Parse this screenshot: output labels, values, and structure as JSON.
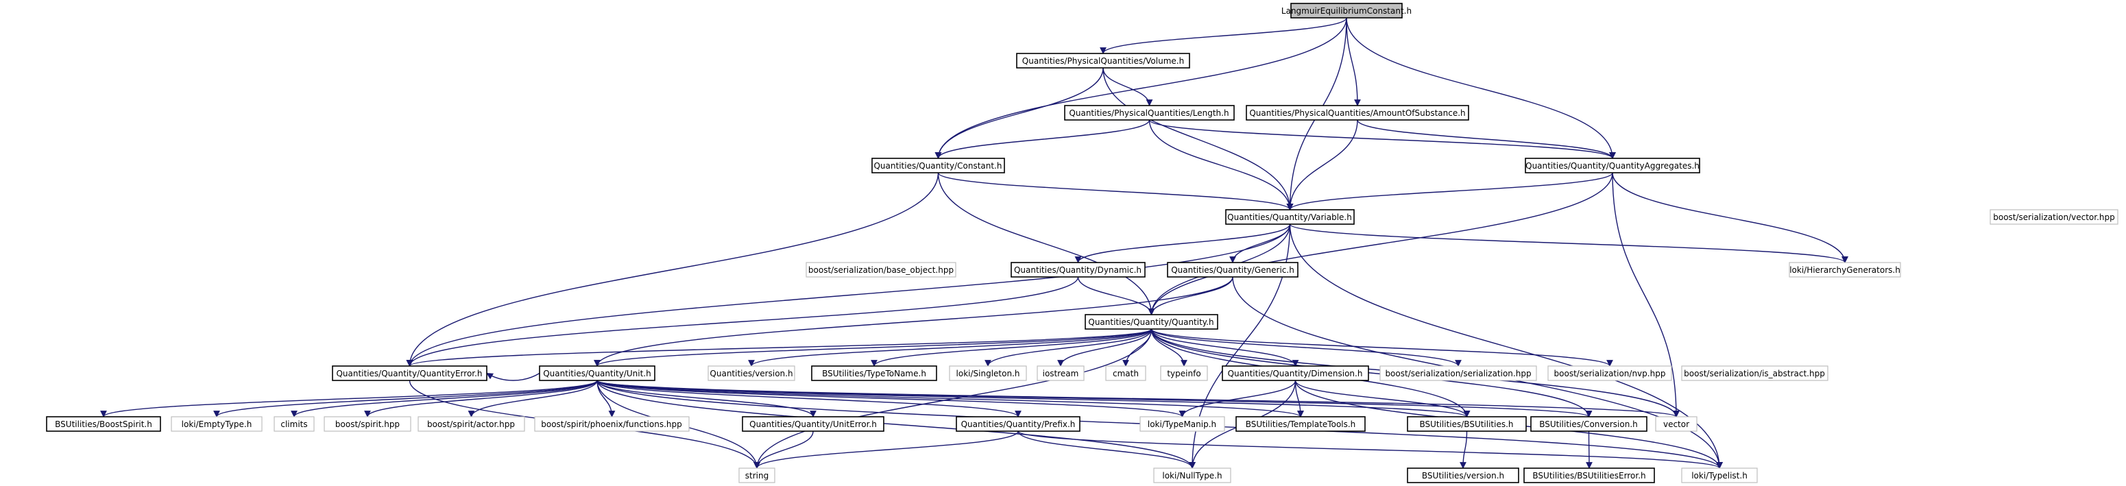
{
  "nodes": {
    "root": "LangmuirEquilibriumConstant.h",
    "volume": "Quantities/PhysicalQuantities/Volume.h",
    "length": "Quantities/PhysicalQuantities/Length.h",
    "amount": "Quantities/PhysicalQuantities/AmountOfSubstance.h",
    "constant": "Quantities/Quantity/Constant.h",
    "aggregates": "Quantities/Quantity/QuantityAggregates.h",
    "variable": "Quantities/Quantity/Variable.h",
    "ser_vector": "boost/serialization/vector.hpp",
    "base_object": "boost/serialization/base_object.hpp",
    "dynamic": "Quantities/Quantity/Dynamic.h",
    "generic": "Quantities/Quantity/Generic.h",
    "hierarchy": "loki/HierarchyGenerators.h",
    "quantity": "Quantities/Quantity/Quantity.h",
    "qerror": "Quantities/Quantity/QuantityError.h",
    "unit": "Quantities/Quantity/Unit.h",
    "version": "Quantities/version.h",
    "typetoname": "BSUtilities/TypeToName.h",
    "singleton": "loki/Singleton.h",
    "iostream": "iostream",
    "cmath": "cmath",
    "typeinfo": "typeinfo",
    "dimension": "Quantities/Quantity/Dimension.h",
    "serialization": "boost/serialization/serialization.hpp",
    "nvp": "boost/serialization/nvp.hpp",
    "is_abstract": "boost/serialization/is_abstract.hpp",
    "boostspirit": "BSUtilities/BoostSpirit.h",
    "emptytype": "loki/EmptyType.h",
    "climits": "climits",
    "spirit": "boost/spirit.hpp",
    "actor": "boost/spirit/actor.hpp",
    "phoenix": "boost/spirit/phoenix/functions.hpp",
    "uniterror": "Quantities/Quantity/UnitError.h",
    "prefix": "Quantities/Quantity/Prefix.h",
    "typemanip": "loki/TypeManip.h",
    "templatetools": "BSUtilities/TemplateTools.h",
    "bsutilities": "BSUtilities/BSUtilities.h",
    "conversion": "BSUtilities/Conversion.h",
    "vector": "vector",
    "string": "string",
    "nulltype": "loki/NullType.h",
    "typelist": "loki/Typelist.h",
    "bsversion": "BSUtilities/version.h",
    "bserror": "BSUtilities/BSUtilitiesError.h"
  }
}
